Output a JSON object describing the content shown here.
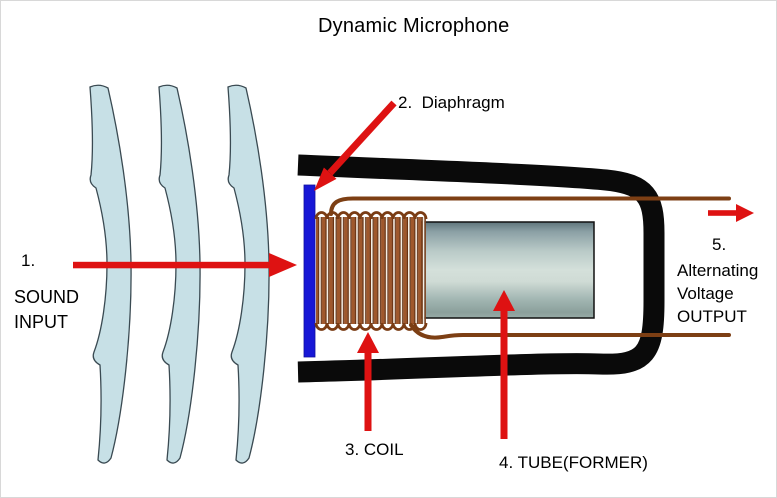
{
  "title": "Dynamic Microphone",
  "labels": {
    "sound_input": {
      "number": "1.",
      "text": "SOUND\nINPUT"
    },
    "diaphragm": {
      "text": "2.  Diaphragm"
    },
    "coil": {
      "text": "3. COIL"
    },
    "tube": {
      "text": "4. TUBE(FORMER)"
    },
    "output": {
      "number": "5.",
      "text": "Alternating\nVoltage\nOUTPUT"
    }
  },
  "colors": {
    "wave_fill": "#c7e0e6",
    "wave_outline": "#3a4a52",
    "arrow_red": "#de1212",
    "diaphragm_blue": "#1717d6",
    "coil_copper": "#a0582c",
    "coil_dark": "#6b3210",
    "wire_brown": "#7d3f14",
    "casing_black": "#0a0a0a",
    "tube_light": "#d4e0da",
    "tube_dark": "#5f747b"
  }
}
